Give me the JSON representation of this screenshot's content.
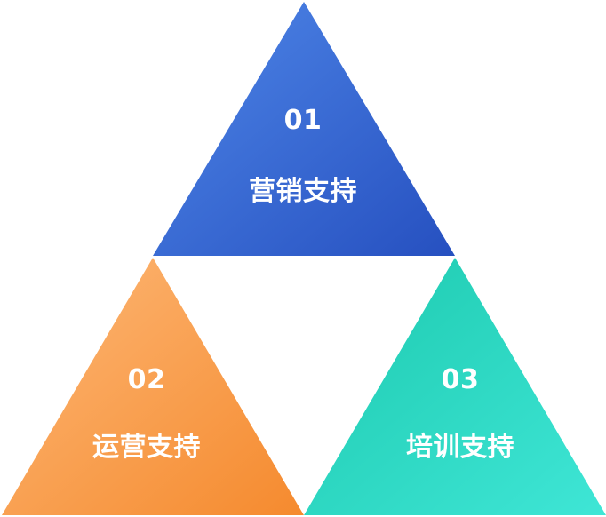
{
  "items": [
    {
      "number": "01",
      "label": "营销支持",
      "color_start": "#4f87e8",
      "color_end": "#2650c0"
    },
    {
      "number": "02",
      "label": "运营支持",
      "color_start": "#fdb877",
      "color_end": "#f58a2e"
    },
    {
      "number": "03",
      "label": "培训支持",
      "color_start": "#1cc9ae",
      "color_end": "#3fe6d6"
    }
  ]
}
